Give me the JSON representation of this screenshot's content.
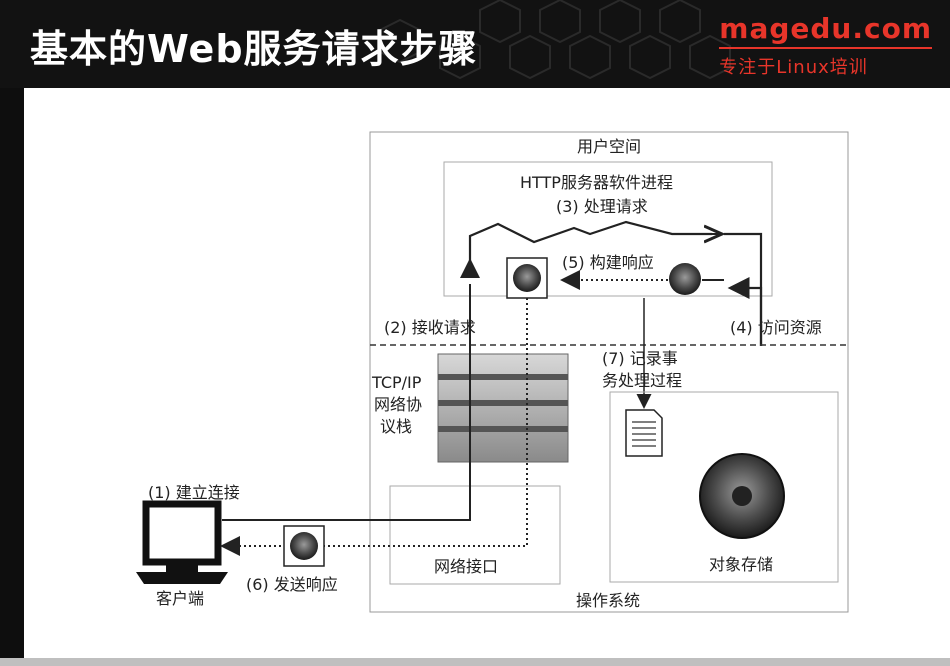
{
  "header": {
    "title": "基本的Web服务请求步骤",
    "brand_name": "magedu.com",
    "brand_tagline": "专注于Linux培训",
    "brand_color": "#e8352a"
  },
  "diagram": {
    "user_space_label": "用户空间",
    "http_process_label": "HTTP服务器软件进程",
    "step3_label": "(3) 处理请求",
    "step5_label": "(5) 构建响应",
    "step2_label": "(2) 接收请求",
    "step4_label": "(4) 访问资源",
    "step7_label_line1": "(7) 记录事",
    "step7_label_line2": "务处理过程",
    "tcpip_line1": "TCP/IP",
    "tcpip_line2": "网络协",
    "tcpip_line3": "议栈",
    "step1_label": "(1) 建立连接",
    "client_label": "客户端",
    "step6_label": "(6) 发送响应",
    "network_interface_label": "网络接口",
    "object_storage_label": "对象存储",
    "os_label": "操作系统"
  }
}
